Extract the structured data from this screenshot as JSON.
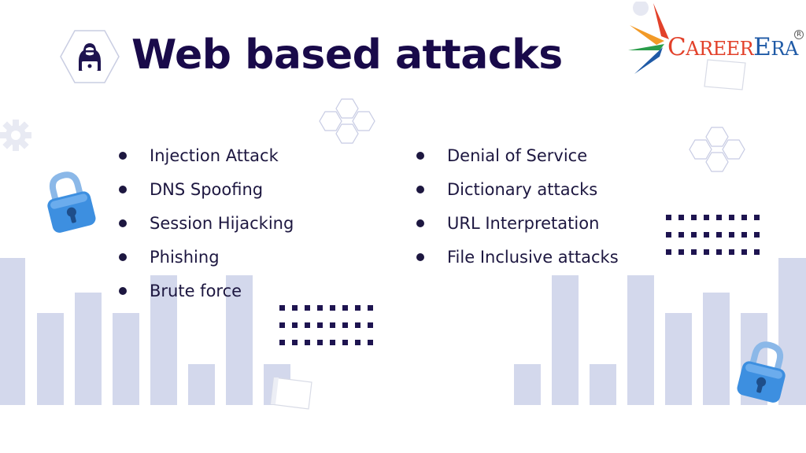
{
  "title": "Web based attacks",
  "logo": {
    "text": "CAREERERA",
    "first_letter": "C",
    "rest_prefix": "AREER",
    "accent_letter": "E",
    "tail": "RA",
    "registered_mark": "R"
  },
  "left_list": [
    "Injection Attack",
    "DNS Spoofing",
    "Session Hijacking",
    "Phishing",
    "Brute force"
  ],
  "right_list": [
    "Denial of Service",
    "Dictionary attacks",
    "URL Interpretation",
    "File Inclusive attacks"
  ],
  "icons": [
    "hacker-icon",
    "padlock-icon",
    "gear-icon",
    "hexagon-cluster-icon",
    "dot-grid",
    "paper-note-icon"
  ],
  "colors": {
    "title": "#190a4a",
    "text": "#1d1740",
    "bars": "#d3d8ec",
    "logo_red": "#e2412a",
    "logo_blue": "#1f5aa6",
    "lock_blue": "#3d8fe0"
  }
}
